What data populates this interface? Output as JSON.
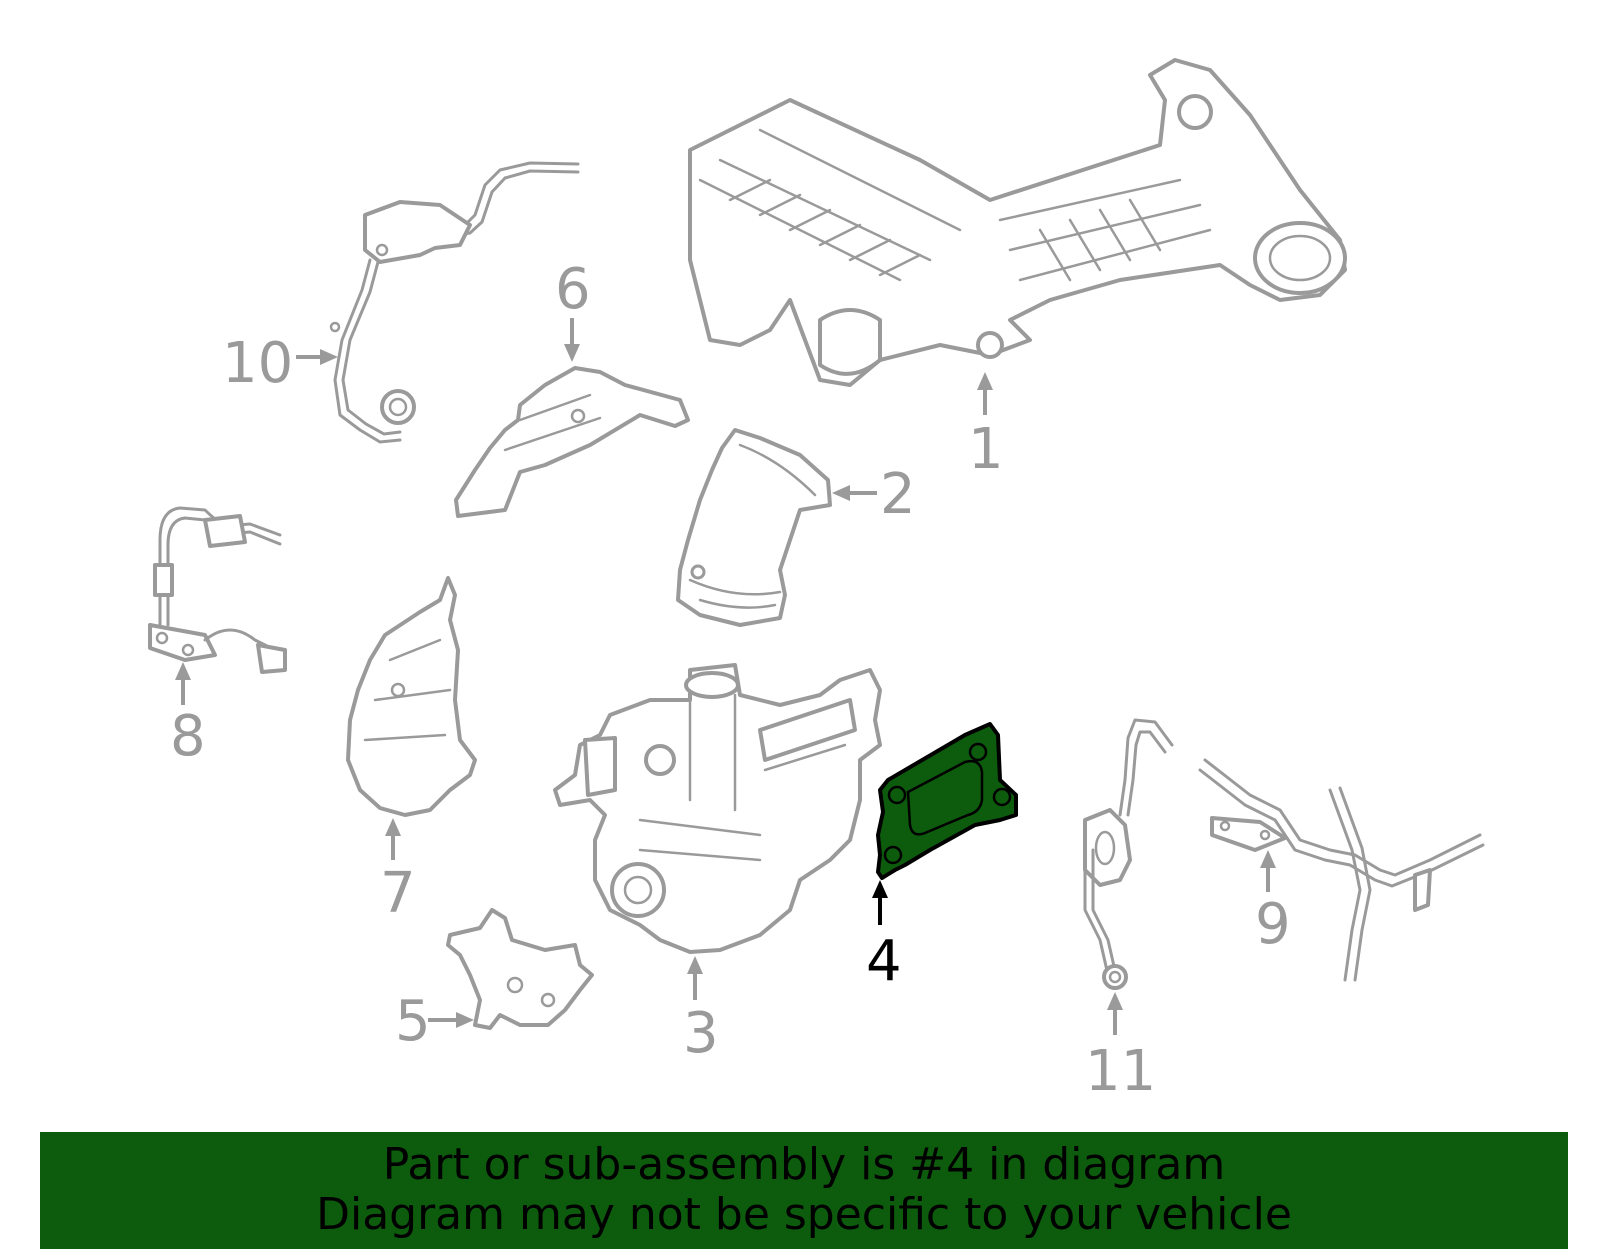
{
  "callouts": {
    "c1": "1",
    "c2": "2",
    "c3": "3",
    "c4": "4",
    "c5": "5",
    "c6": "6",
    "c7": "7",
    "c8": "8",
    "c9": "9",
    "c10": "10",
    "c11": "11"
  },
  "highlighted_part": "4",
  "colors": {
    "highlight_fill": "#0d5c0d",
    "line_art": "#9a9a9a",
    "banner_bg": "#0d5c0d",
    "highlight_text": "#000000"
  },
  "banner": {
    "line1": "Part or sub-assembly is #4 in diagram",
    "line2": "Diagram may not be specific to your vehicle"
  }
}
